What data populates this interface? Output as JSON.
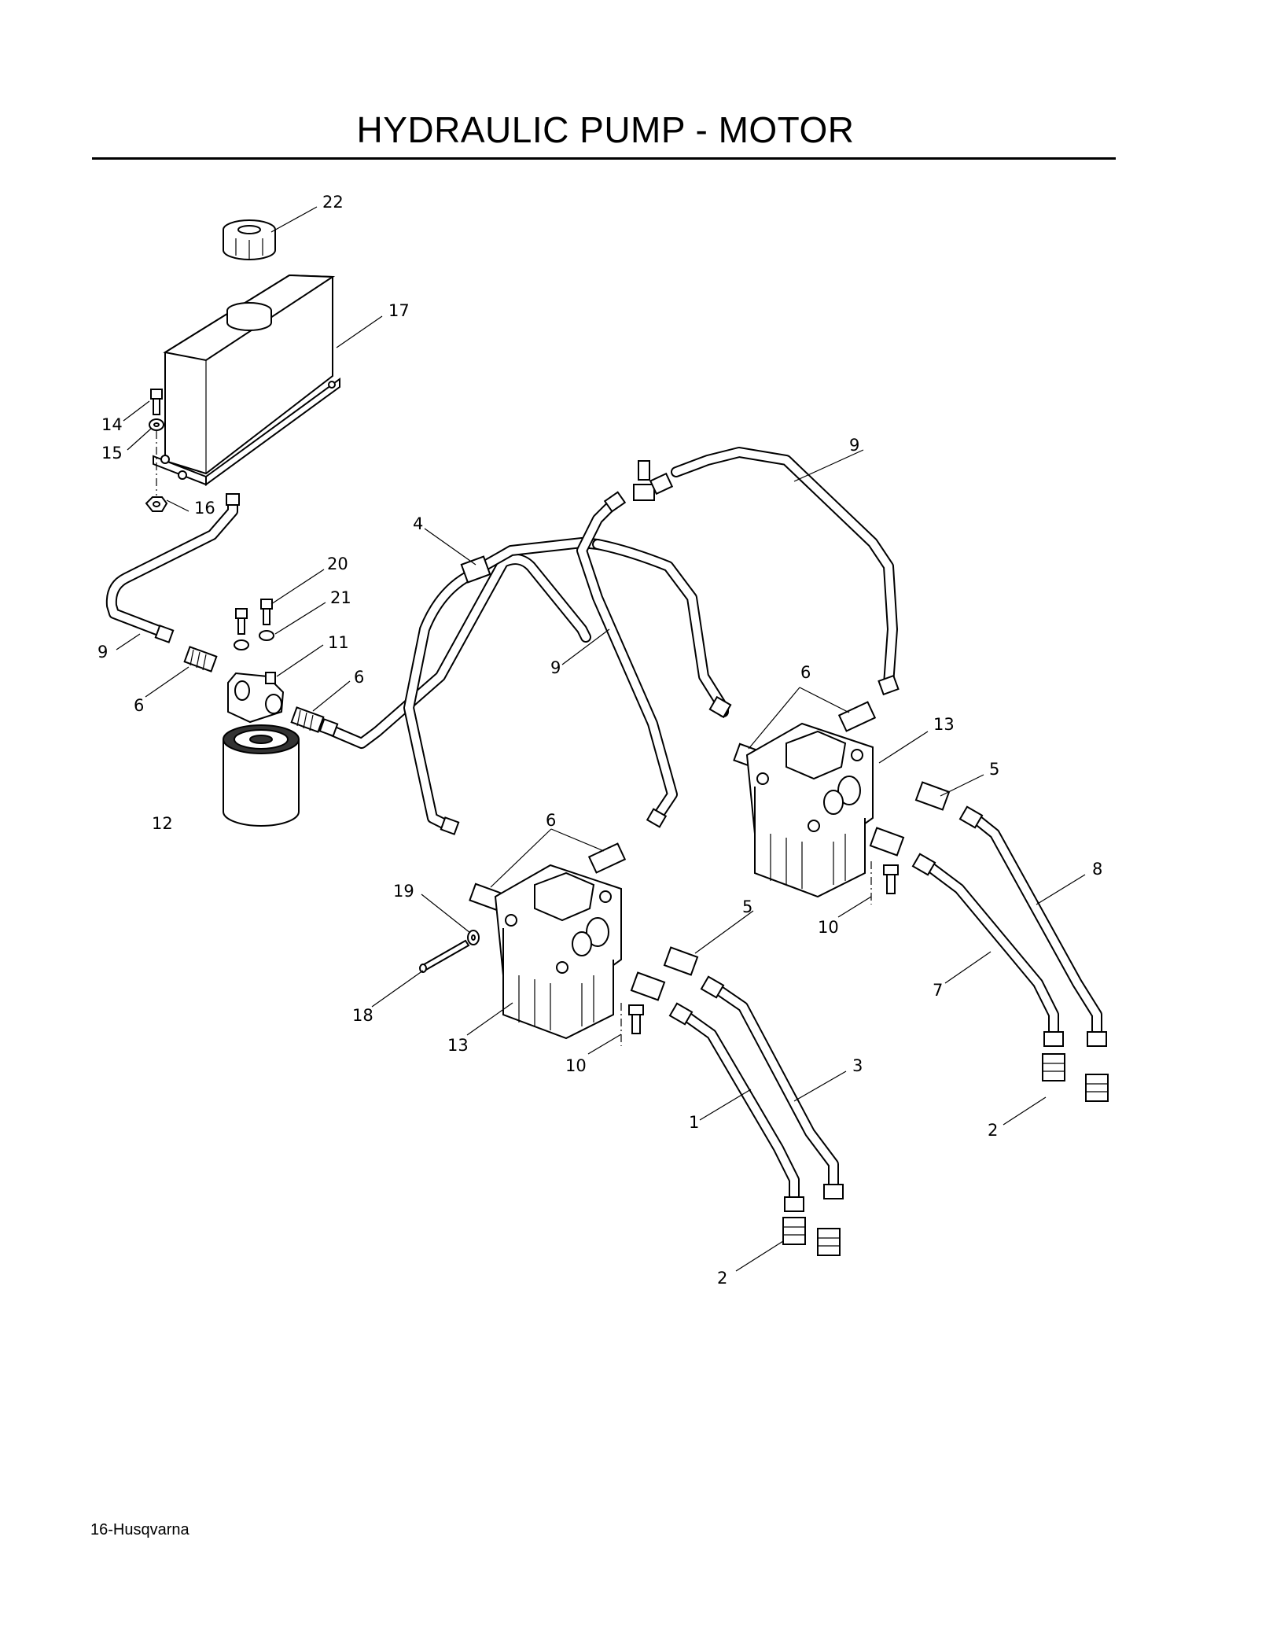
{
  "page": {
    "title": "HYDRAULIC PUMP - MOTOR",
    "footer": "16-Husqvarna"
  },
  "callouts": {
    "c22": "22",
    "c17": "17",
    "c14": "14",
    "c15": "15",
    "c16": "16",
    "c9a": "9",
    "c9b": "9",
    "c9c": "9",
    "c4": "4",
    "c20": "20",
    "c21": "21",
    "c11": "11",
    "c6a": "6",
    "c6b": "6",
    "c6c": "6",
    "c6d": "6",
    "c12": "12",
    "c13a": "13",
    "c13b": "13",
    "c5a": "5",
    "c5b": "5",
    "c8": "8",
    "c10a": "10",
    "c10b": "10",
    "c7": "7",
    "c19": "19",
    "c18": "18",
    "c3": "3",
    "c1": "1",
    "c2a": "2",
    "c2b": "2"
  }
}
